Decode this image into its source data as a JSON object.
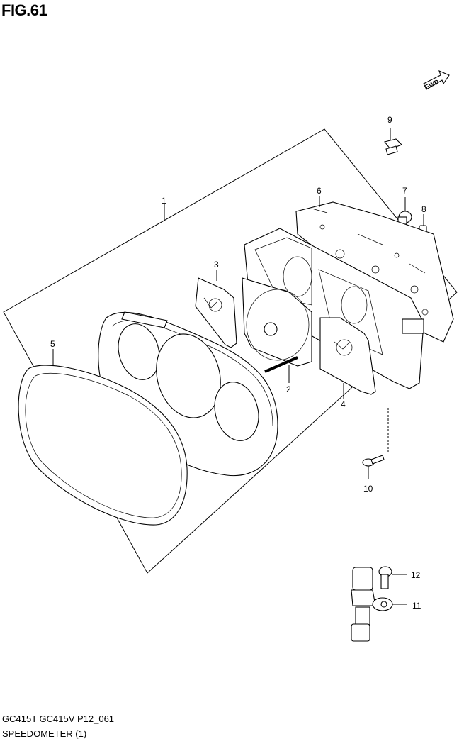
{
  "figure": {
    "title": "FIG.61",
    "code": "GC415T GC415V P12_061",
    "name": "SPEEDOMETER (1)",
    "orientation_arrow": "FWD"
  },
  "callouts": [
    {
      "id": "1",
      "part": "speedometer-assembly"
    },
    {
      "id": "2",
      "part": "needle-shaft"
    },
    {
      "id": "3",
      "part": "fuel-gauge-plate"
    },
    {
      "id": "4",
      "part": "temperature-gauge-plate"
    },
    {
      "id": "5",
      "part": "lens-cover"
    },
    {
      "id": "6",
      "part": "circuit-board"
    },
    {
      "id": "7",
      "part": "bulb-socket"
    },
    {
      "id": "8",
      "part": "bulb"
    },
    {
      "id": "9",
      "part": "clip"
    },
    {
      "id": "10",
      "part": "screw"
    },
    {
      "id": "11",
      "part": "speed-sensor"
    },
    {
      "id": "12",
      "part": "bolt"
    }
  ]
}
